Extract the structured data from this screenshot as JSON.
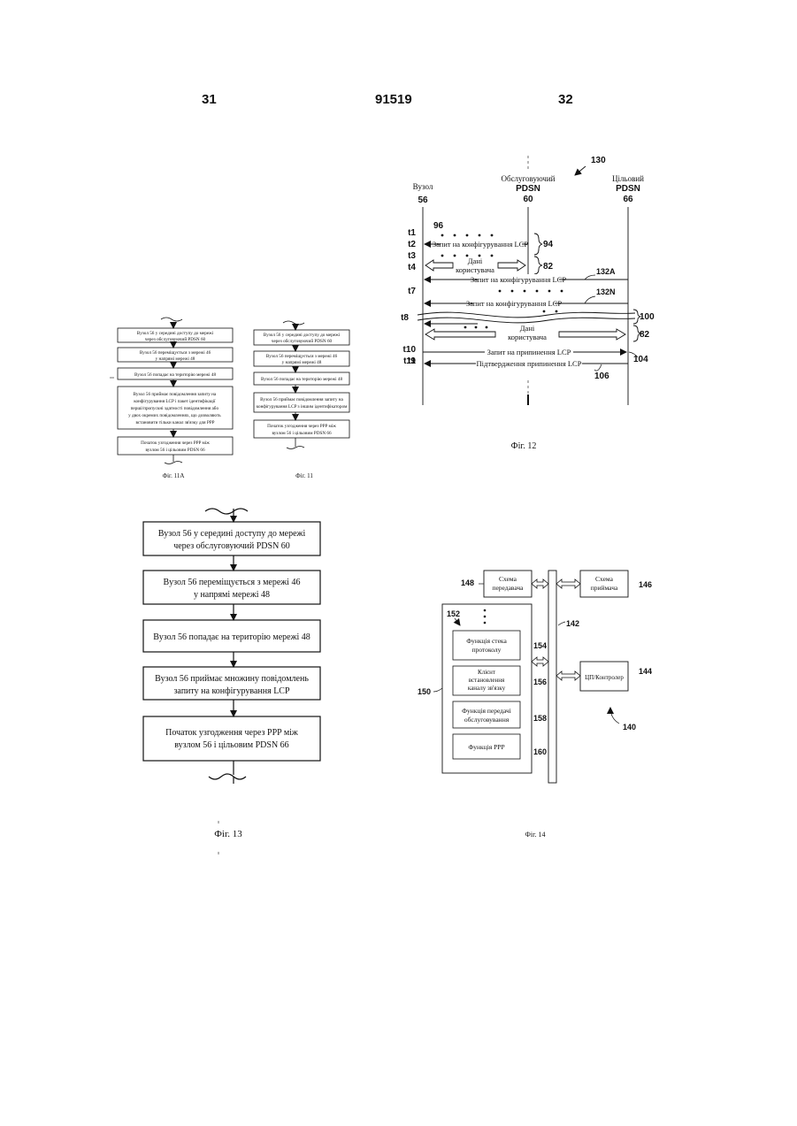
{
  "header": {
    "page_left": "31",
    "patent_number": "91519",
    "page_right": "32"
  },
  "fig11a": {
    "caption": "Фіг. 11А",
    "boxes": [
      [
        "Вузол 56 у середині доступу до мережі",
        "через обслуговуючий PDSN 60"
      ],
      [
        "Вузол 56 переміщується з мережі 46",
        "у напрямі мережі 48"
      ],
      [
        "Вузол 56 попадає на територію мережі 48"
      ],
      [
        "Вузол 56 приймає повідомлення запиту на",
        "конфігурування LCP і пакет ідентифікації",
        "перші/пропускні здатності повідомлення або",
        "у двох окремих повідомленнях, що дозволяють",
        "встановити тільки канал зв'язку для PPP"
      ],
      [
        "Початок узгодження через PPP між",
        "вузлом 56 і цільовим PDSN 66"
      ]
    ]
  },
  "fig11": {
    "caption": "Фіг. 11",
    "boxes": [
      [
        "Вузол 56 у середині доступу до мережі",
        "через обслуговуючий PDSN 60"
      ],
      [
        "Вузол 56 переміщується з мережі 46",
        "у напрямі мережі 48"
      ],
      [
        "Вузол 56 попадає на територію мережі 48"
      ],
      [
        "Вузол 56 приймає повідомлення запиту на",
        "конфігурування LCP з іншим ідентифікатором"
      ],
      [
        "Початок узгодження через PPP між",
        "вузлом 56 і цільовим PDSN 66"
      ]
    ]
  },
  "fig12": {
    "caption": "Фіг. 12",
    "ref": "130",
    "node_label": "Вузол",
    "node_num": "56",
    "serving_label": "Обслуговуючий",
    "serving_pdsn": "PDSN",
    "serving_num": "60",
    "target_label": "Цільовий",
    "target_pdsn": "PDSN",
    "target_num": "66",
    "times": [
      "t1",
      "t2",
      "t3",
      "t4",
      "t7",
      "t8",
      "t9",
      "t10",
      "t11"
    ],
    "msg_lcp_req": "Запит на конфігурування LCP",
    "msg_data1": "Дані",
    "msg_data2": "користувача",
    "msg_term_req": "Запит на припинення LCP",
    "msg_term_ack": "Підтвердження припинення LCP",
    "refs": {
      "r96": "96",
      "r94": "94",
      "r82": "82",
      "r132a": "132A",
      "r132n": "132N",
      "r100": "100",
      "r104": "104",
      "r106": "106"
    }
  },
  "fig13": {
    "caption": "Фіг. 13",
    "boxes": [
      [
        "Вузол 56 у середині доступу до мережі",
        "через обслуговуючий PDSN 60"
      ],
      [
        "Вузол 56 переміщується з мережі 46",
        "у напрямі мережі 48"
      ],
      [
        "Вузол 56 попадає на територію мережі 48"
      ],
      [
        "Вузол 56 приймає множину повідомлень",
        "запиту на конфігурування LCP"
      ],
      [
        "Початок узгодження через PPP між",
        "вузлом 56 і цільовим PDSN 66"
      ]
    ]
  },
  "fig14": {
    "caption": "Фіг. 14",
    "transmitter": [
      "Схема",
      "передавача"
    ],
    "receiver": [
      "Схема",
      "приймача"
    ],
    "blocks": [
      [
        "Функція стека",
        "протоколу"
      ],
      [
        "Клієнт",
        "встановлення",
        "каналу зв'язку"
      ],
      [
        "Функція передачі",
        "обслуговування"
      ],
      [
        "Функція PPP"
      ]
    ],
    "controller": "ЦП/Контролер",
    "refs": {
      "r140": "140",
      "r142": "142",
      "r144": "144",
      "r146": "146",
      "r148": "148",
      "r150": "150",
      "r152": "152",
      "r154": "154",
      "r156": "156",
      "r158": "158",
      "r160": "160"
    }
  }
}
